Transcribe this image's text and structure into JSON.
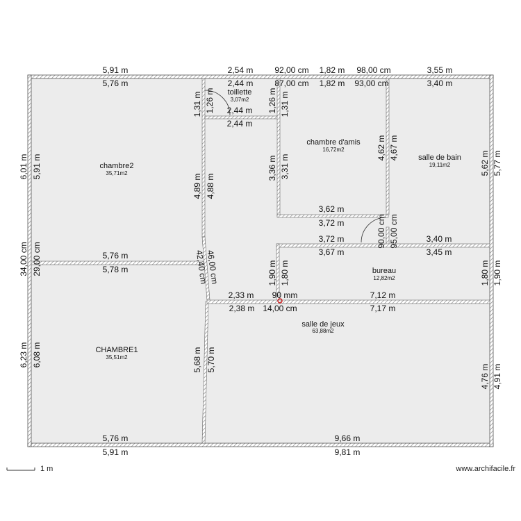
{
  "rooms": {
    "chambre2": {
      "name": "chambre2",
      "area": "35,71m2"
    },
    "chambre1": {
      "name": "CHAMBRE1",
      "area": "35,51m2"
    },
    "toilette": {
      "name": "toillette",
      "area": "3,07m2"
    },
    "amis": {
      "name": "chambre d'amis",
      "area": "16,72m2"
    },
    "bain": {
      "name": "salle de bain",
      "area": "19,11m2"
    },
    "bureau": {
      "name": "bureau",
      "area": "12,82m2"
    },
    "jeux": {
      "name": "salle de jeux",
      "area": "63,88m2"
    }
  },
  "dims": {
    "top": [
      "5,91 m",
      "2,54 m",
      "92,00 cm",
      "1,82 m",
      "98,00 cm",
      "3,55 m"
    ],
    "top_inner": [
      "5,76 m",
      "2,44 m",
      "87,00 cm",
      "1,82 m",
      "93,00 cm",
      "3,40 m"
    ],
    "toilet_v": [
      "1,31 m",
      "1,26 m",
      "1,26 m",
      "1,31 m"
    ],
    "toilet_h": [
      "2,44 m",
      "2,44 m"
    ],
    "amis_v": [
      "3,36 m",
      "3,31 m",
      "4,62 m",
      "4,67 m"
    ],
    "amis_h": [
      "3,62 m",
      "3,72 m",
      "3,72 m"
    ],
    "door_v": [
      "90,00 cm",
      "95,00 cm"
    ],
    "bain_v": [
      "5,62 m",
      "5,77 m"
    ],
    "mid_h": [
      "3,67 m",
      "3,40 m",
      "3,45 m"
    ],
    "bureau_v": [
      "1,90 m",
      "1,80 m",
      "1,80 m",
      "1,90 m"
    ],
    "left_v": [
      "6,01 m",
      "5,91 m",
      "34,00 cm",
      "29,00 cm",
      "6,23 m",
      "6,08 m"
    ],
    "ch2_h": [
      "5,76 m",
      "5,78 m"
    ],
    "mid_v": [
      "4,89 m",
      "4,88 m"
    ],
    "diag": [
      "46,00 cm",
      "42,40 cm"
    ],
    "jeux_h": [
      "2,33 m",
      "90 mm",
      "7,12 m",
      "2,38 m",
      "14,00 cm",
      "7,17 m"
    ],
    "ch1_v": [
      "5,68 m",
      "5,70 m"
    ],
    "jeux_v": [
      "4,76 m",
      "4,91 m"
    ],
    "bottom_inner": [
      "5,76 m",
      "9,66 m"
    ],
    "bottom": [
      "5,91 m",
      "9,81 m"
    ]
  },
  "scale_label": "1 m",
  "watermark": "www.archifacile.fr"
}
